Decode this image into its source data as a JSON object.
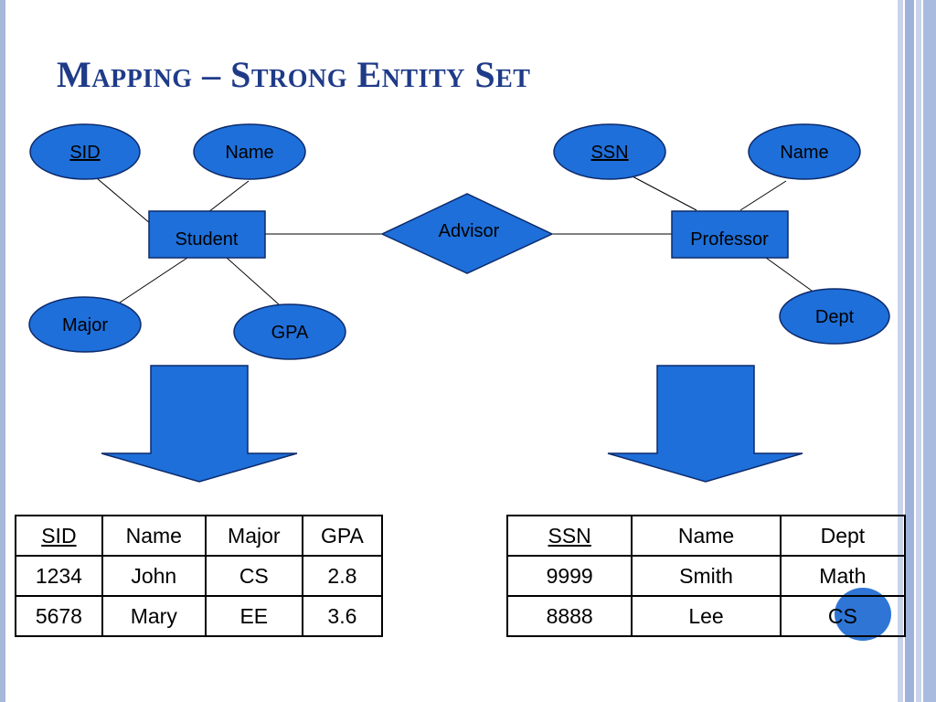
{
  "title": "Mapping – Strong Entity Set",
  "colors": {
    "shape_fill": "#1e6fd9",
    "title": "#1f3b88",
    "accent_dot": "#2e75d6"
  },
  "er_diagram": {
    "student": {
      "entity": "Student",
      "attributes": [
        {
          "label": "SID",
          "key": true
        },
        {
          "label": "Name",
          "key": false
        },
        {
          "label": "Major",
          "key": false
        },
        {
          "label": "GPA",
          "key": false
        }
      ]
    },
    "relationship": "Advisor",
    "professor": {
      "entity": "Professor",
      "attributes": [
        {
          "label": "SSN",
          "key": true
        },
        {
          "label": "Name",
          "key": false
        },
        {
          "label": "Dept",
          "key": false
        }
      ]
    }
  },
  "student_table": {
    "headers": [
      "SID",
      "Name",
      "Major",
      "GPA"
    ],
    "key_column": 0,
    "rows": [
      [
        "1234",
        "John",
        "CS",
        "2.8"
      ],
      [
        "5678",
        "Mary",
        "EE",
        "3.6"
      ]
    ]
  },
  "professor_table": {
    "headers": [
      "SSN",
      "Name",
      "Dept"
    ],
    "key_column": 0,
    "rows": [
      [
        "9999",
        "Smith",
        "Math"
      ],
      [
        "8888",
        "Lee",
        "CS"
      ]
    ]
  }
}
